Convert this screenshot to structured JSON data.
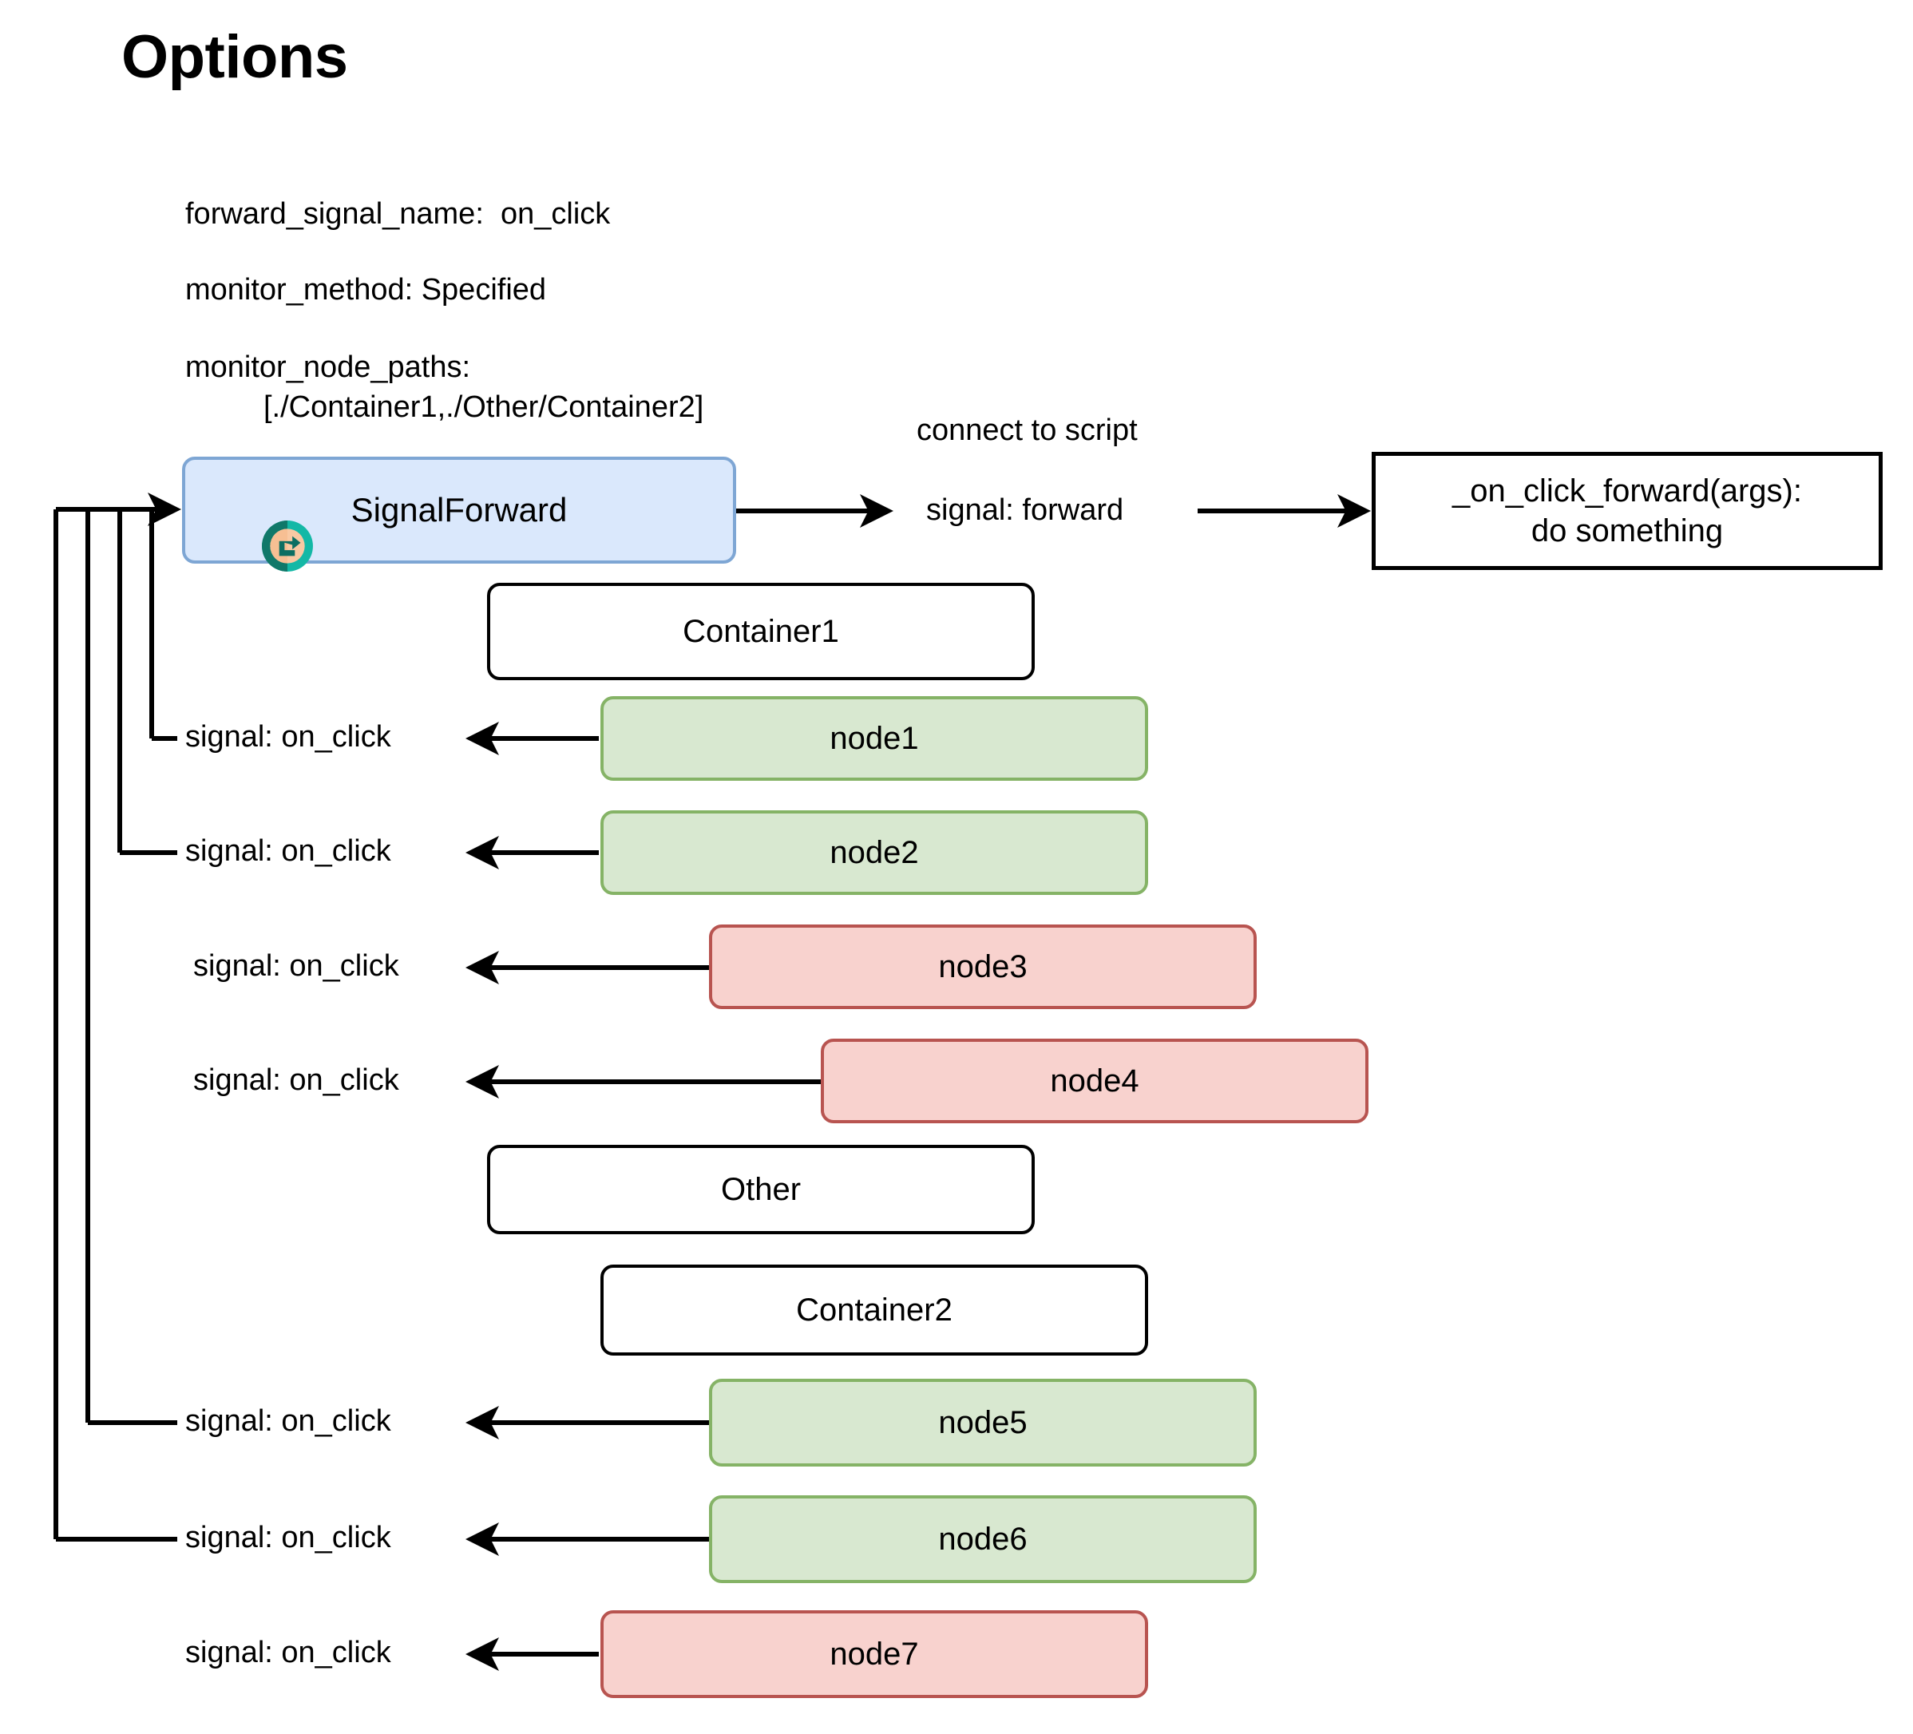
{
  "page": {
    "title": "Options",
    "background": "#ffffff"
  },
  "colors": {
    "green_fill": "#d8e8d0",
    "green_border": "#85b366",
    "red_fill": "#f8d2ce",
    "red_border": "#b85450",
    "blue_fill": "#dae8fc",
    "blue_border": "#7ea6d4",
    "plain_fill": "#ffffff",
    "plain_border": "#000000",
    "icon_teal_dark": "#107869",
    "icon_teal_light": "#14b8a6",
    "icon_peach": "#f9c9a3"
  },
  "options": {
    "forward_signal_name": "forward_signal_name:  on_click",
    "monitor_method": "monitor_method: Specified",
    "monitor_node_paths_label": "monitor_node_paths:",
    "monitor_node_paths_value": "[./Container1,./Other/Container2]"
  },
  "main_node": {
    "label": "SignalForward",
    "icon": "signal-forward-icon"
  },
  "forward_edge": {
    "note": "connect to script",
    "signal": "signal: forward"
  },
  "script_box": {
    "line1": "_on_click_forward(args):",
    "line2": "do something"
  },
  "containers": [
    {
      "label": "Container1"
    },
    {
      "label": "Other"
    },
    {
      "label": "Container2"
    }
  ],
  "nodes": [
    {
      "label": "node1",
      "state": "monitored",
      "signal": "signal: on_click",
      "connected": true
    },
    {
      "label": "node2",
      "state": "monitored",
      "signal": "signal: on_click",
      "connected": true
    },
    {
      "label": "node3",
      "state": "ignored",
      "signal": "signal: on_click",
      "connected": false
    },
    {
      "label": "node4",
      "state": "ignored",
      "signal": "signal: on_click",
      "connected": false
    },
    {
      "label": "node5",
      "state": "monitored",
      "signal": "signal: on_click",
      "connected": true
    },
    {
      "label": "node6",
      "state": "monitored",
      "signal": "signal: on_click",
      "connected": true
    },
    {
      "label": "node7",
      "state": "ignored",
      "signal": "signal: on_click",
      "connected": false
    }
  ]
}
